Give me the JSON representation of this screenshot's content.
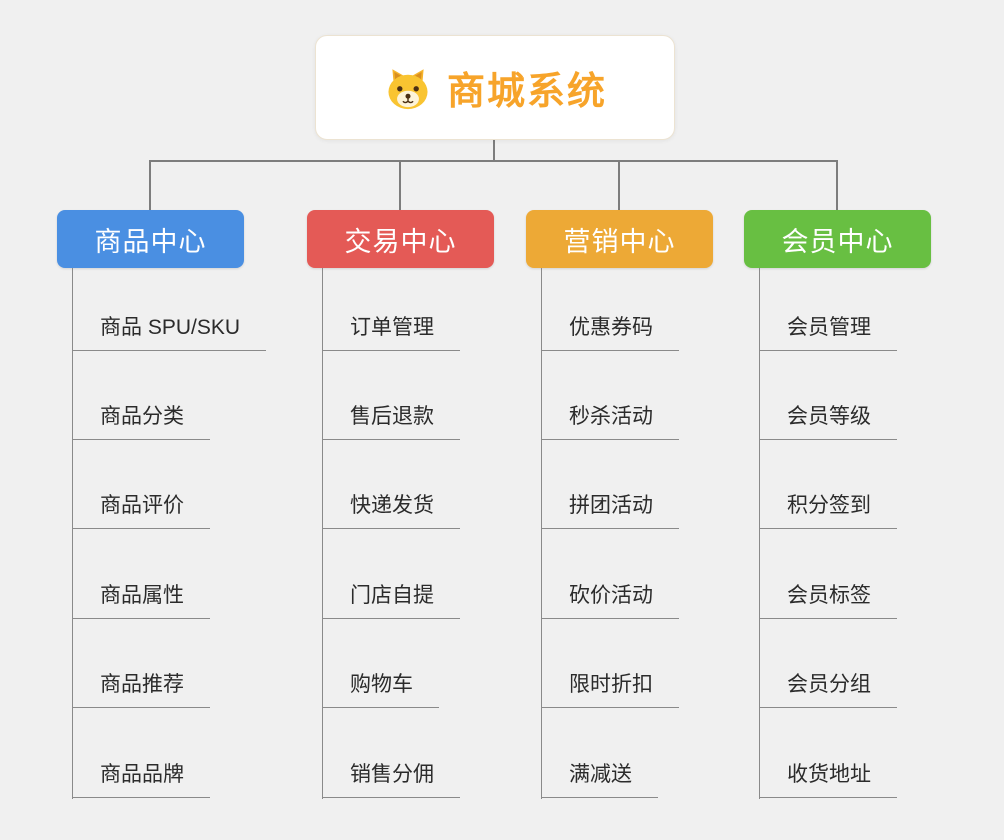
{
  "root": {
    "title": "商城系统",
    "title_color": "#f7a42a",
    "icon": "dog-face-icon"
  },
  "connector_color": "#7d7d7d",
  "branches": [
    {
      "label": "商品中心",
      "color": "#4a8fe2",
      "items": [
        "商品 SPU/SKU",
        "商品分类",
        "商品评价",
        "商品属性",
        "商品推荐",
        "商品品牌"
      ]
    },
    {
      "label": "交易中心",
      "color": "#e45a56",
      "items": [
        "订单管理",
        "售后退款",
        "快递发货",
        "门店自提",
        "购物车",
        "销售分佣"
      ]
    },
    {
      "label": "营销中心",
      "color": "#eda936",
      "items": [
        "优惠券码",
        "秒杀活动",
        "拼团活动",
        "砍价活动",
        "限时折扣",
        "满减送"
      ]
    },
    {
      "label": "会员中心",
      "color": "#68bf42",
      "items": [
        "会员管理",
        "会员等级",
        "积分签到",
        "会员标签",
        "会员分组",
        "收货地址"
      ]
    }
  ]
}
